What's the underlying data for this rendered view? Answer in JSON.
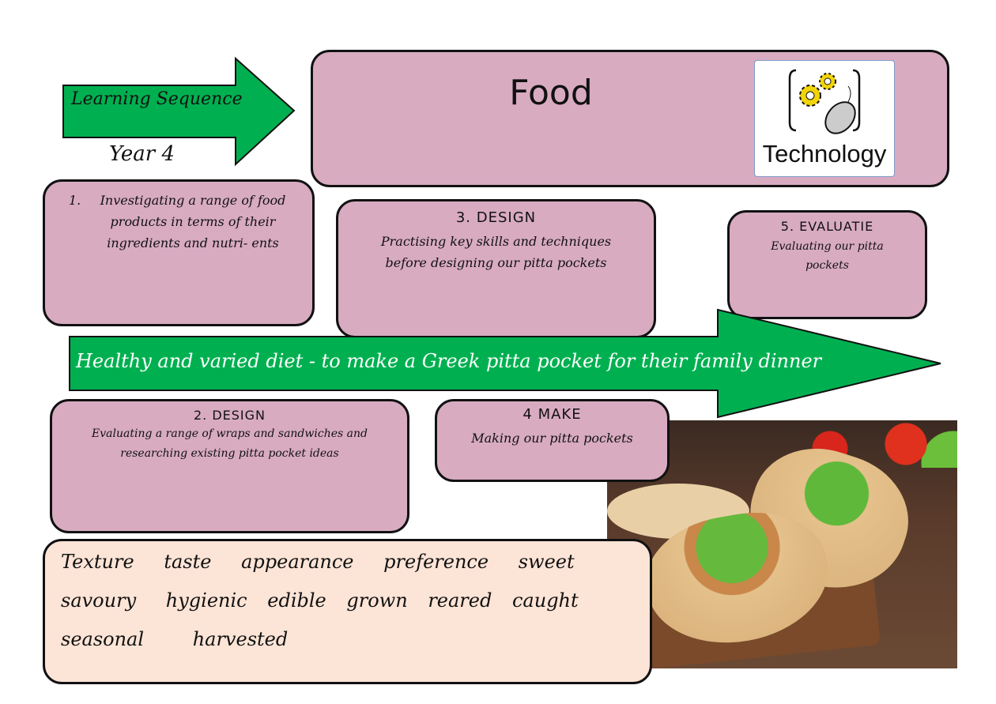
{
  "header": {
    "title_arrow": "Learning Sequence",
    "year": "Year 4",
    "subject": "Food",
    "logo_label": "Technology"
  },
  "steps": [
    {
      "number": "1.",
      "text": "Investigating a range of food products in terms of their ingredients and nutri- ents"
    },
    {
      "heading": "2. DESIGN",
      "text": "Evaluating a range of wraps and sandwiches and researching existing pitta pocket ideas"
    },
    {
      "heading": "3. DESIGN",
      "text": "Practising key skills and techniques before designing our pitta pockets"
    },
    {
      "heading": "4 MAKE",
      "text": "Making our pitta pockets"
    },
    {
      "heading": "5. EVALUATIE",
      "text": "Evaluating our pitta pockets"
    }
  ],
  "banner": "Healthy and varied diet - to make a Greek pitta pocket for their family dinner",
  "vocabulary": [
    "Texture",
    "taste",
    "appearance",
    "preference",
    "sweet",
    "savoury",
    "hygienic",
    "edible",
    "grown",
    "reared",
    "caught",
    "seasonal",
    "harvested"
  ],
  "colors": {
    "pink": "#d8abc1",
    "green": "#00b050",
    "peach": "#fce4d6"
  }
}
